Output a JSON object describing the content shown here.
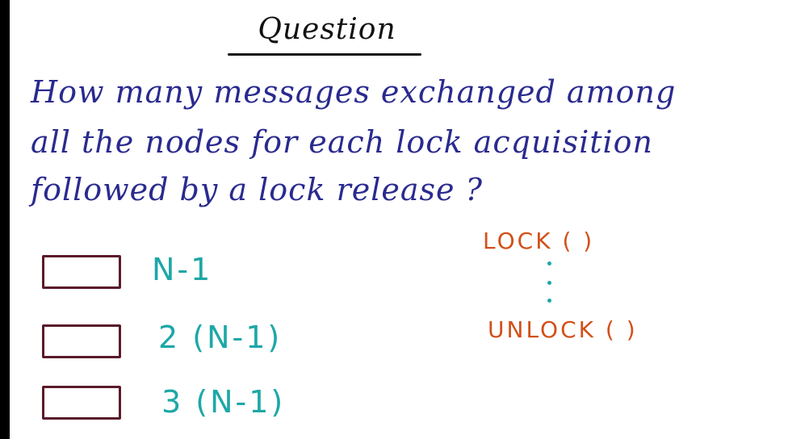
{
  "title": "Question",
  "question": {
    "line1": "How many messages exchanged among",
    "line2": "all the nodes for each lock acquisition",
    "line3": "followed by a lock release ?"
  },
  "options": [
    {
      "label": "N-1"
    },
    {
      "label": "2 (N-1)"
    },
    {
      "label": "3 (N-1)"
    }
  ],
  "side_note": {
    "lock": "LOCK ( )",
    "unlock": "UNLOCK ( )"
  },
  "colors": {
    "question_text": "#2a2a8f",
    "option_text": "#1ea7a7",
    "side_text": "#d2501a",
    "checkbox_border": "#5a1a2a"
  }
}
